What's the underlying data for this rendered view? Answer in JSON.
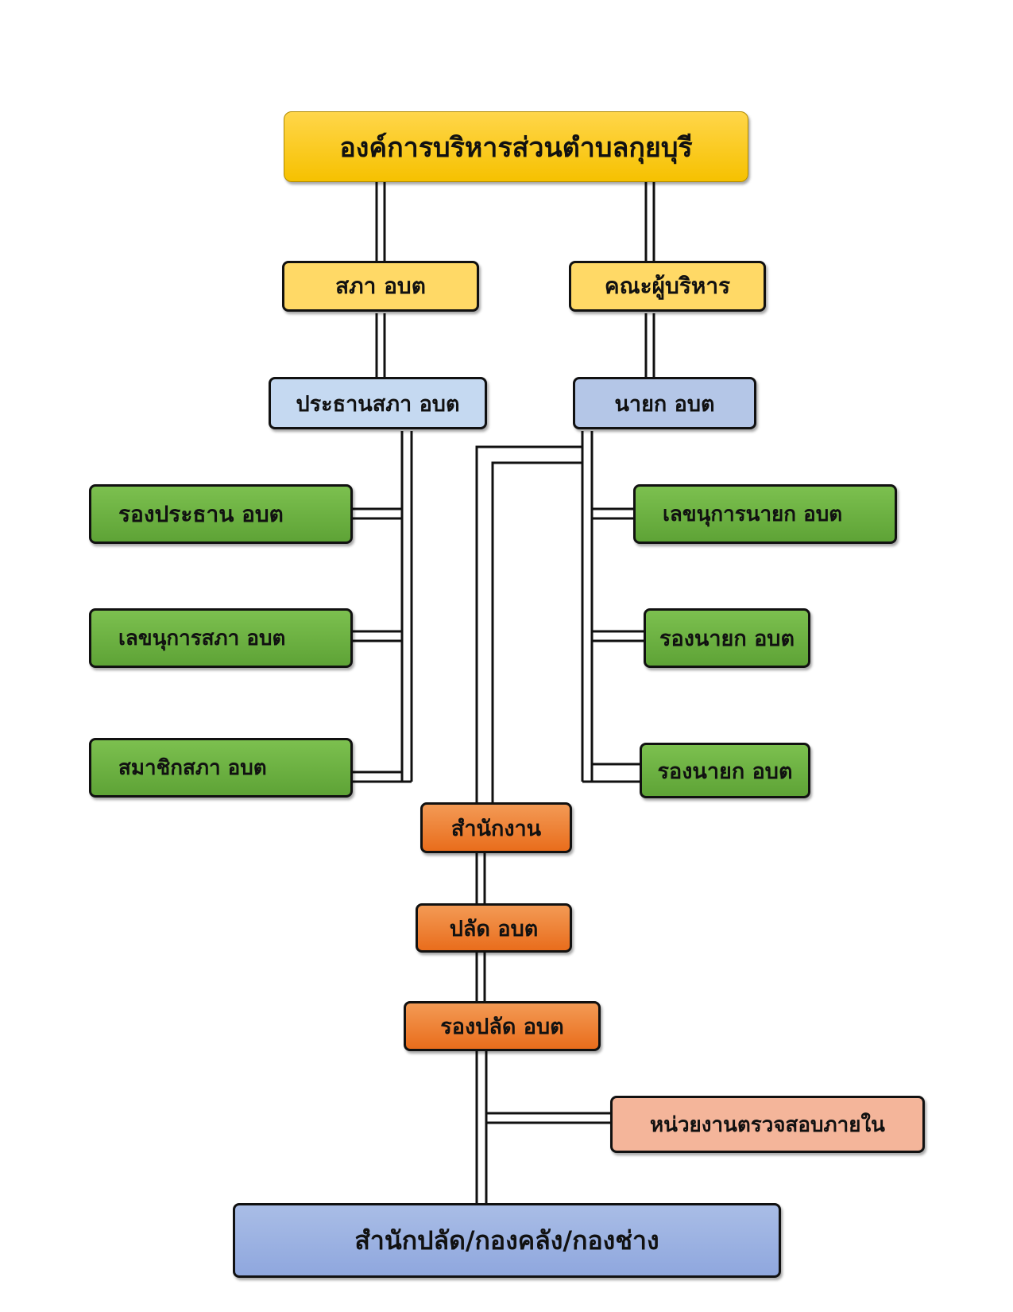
{
  "nodes": {
    "org": "องค์การบริหารส่วนตำบลกุยบุรี",
    "council": "สภา อบต",
    "executives": "คณะผู้บริหาร",
    "council_chair": "ประธานสภา อบต",
    "mayor": "นายก อบต",
    "vice_chair": "รองประธาน อบต",
    "council_secretary": "เลขนุการสภา อบต",
    "council_member": "สมาชิกสภา อบต",
    "mayor_secretary": "เลขนุการนายก อบต",
    "deputy_mayor_1": "รองนายก อบต",
    "deputy_mayor_2": "รองนายก อบต",
    "office": "สำนักงาน",
    "chief_admin": "ปลัด อบต",
    "deputy_chief_admin": "รองปลัด อบต",
    "internal_audit": "หน่วยงานตรวจสอบภายใน",
    "divisions": "สำนักปลัด/กองคลัง/กองช่าง"
  },
  "colors": {
    "root": "#f6c100",
    "level1": "#ffd966",
    "chair": "#c5d9f1",
    "mayor": "#b4c6e7",
    "members": "#6bb043",
    "office": "#ee7d31",
    "audit": "#f4b59a",
    "divisions": "#9fb4e3"
  }
}
